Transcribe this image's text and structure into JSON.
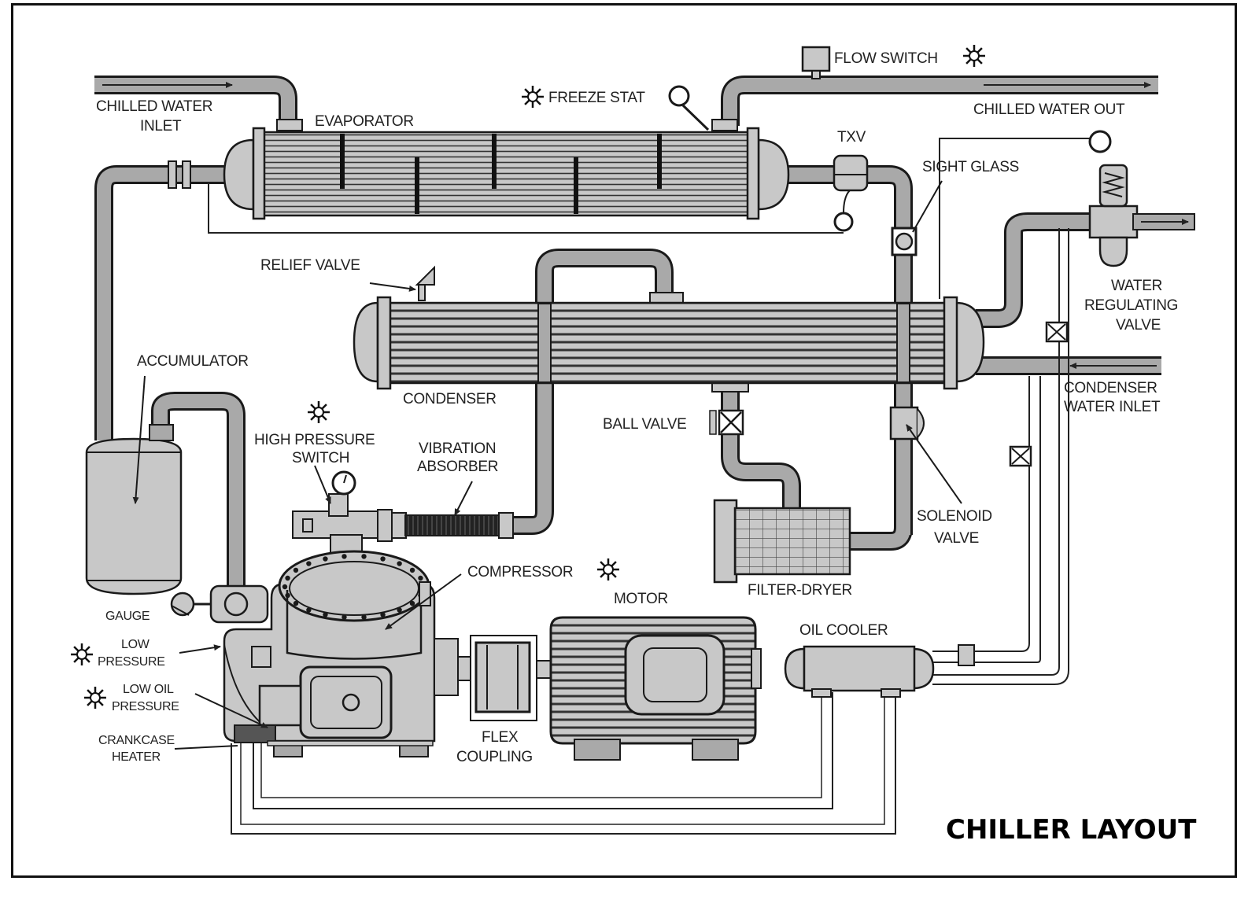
{
  "diagram": {
    "title": "CHILLER LAYOUT",
    "labels": {
      "chilled_water_inlet_1": "CHILLED WATER",
      "chilled_water_inlet_2": "INLET",
      "evaporator": "EVAPORATOR",
      "freeze_stat": "FREEZE STAT",
      "flow_switch": "FLOW SWITCH",
      "chilled_water_out": "CHILLED WATER OUT",
      "txv": "TXV",
      "sight_glass": "SIGHT GLASS",
      "relief_valve": "RELIEF VALVE",
      "water_regulating_valve_1": "WATER",
      "water_regulating_valve_2": "REGULATING",
      "water_regulating_valve_3": "VALVE",
      "accumulator": "ACCUMULATOR",
      "condenser": "CONDENSER",
      "ball_valve": "BALL VALVE",
      "condenser_water_inlet_1": "CONDENSER",
      "condenser_water_inlet_2": "WATER INLET",
      "high_pressure_switch_1": "HIGH PRESSURE",
      "high_pressure_switch_2": "SWITCH",
      "vibration_absorber_1": "VIBRATION",
      "vibration_absorber_2": "ABSORBER",
      "solenoid_valve_1": "SOLENOID",
      "solenoid_valve_2": "VALVE",
      "compressor": "COMPRESSOR",
      "motor": "MOTOR",
      "filter_dryer": "FILTER-DRYER",
      "oil_cooler": "OIL COOLER",
      "gauge": "GAUGE",
      "low_pressure_1": "LOW",
      "low_pressure_2": "PRESSURE",
      "low_oil_pressure_1": "LOW OIL",
      "low_oil_pressure_2": "PRESSURE",
      "crankcase_heater_1": "CRANKCASE",
      "crankcase_heater_2": "HEATER",
      "flex_coupling_1": "FLEX",
      "flex_coupling_2": "COUPLING"
    },
    "colors": {
      "pipe_fill": "#a9a9a9",
      "component_fill": "#c8c8c8",
      "outline": "#1a1a1a",
      "background": "#ffffff"
    }
  }
}
